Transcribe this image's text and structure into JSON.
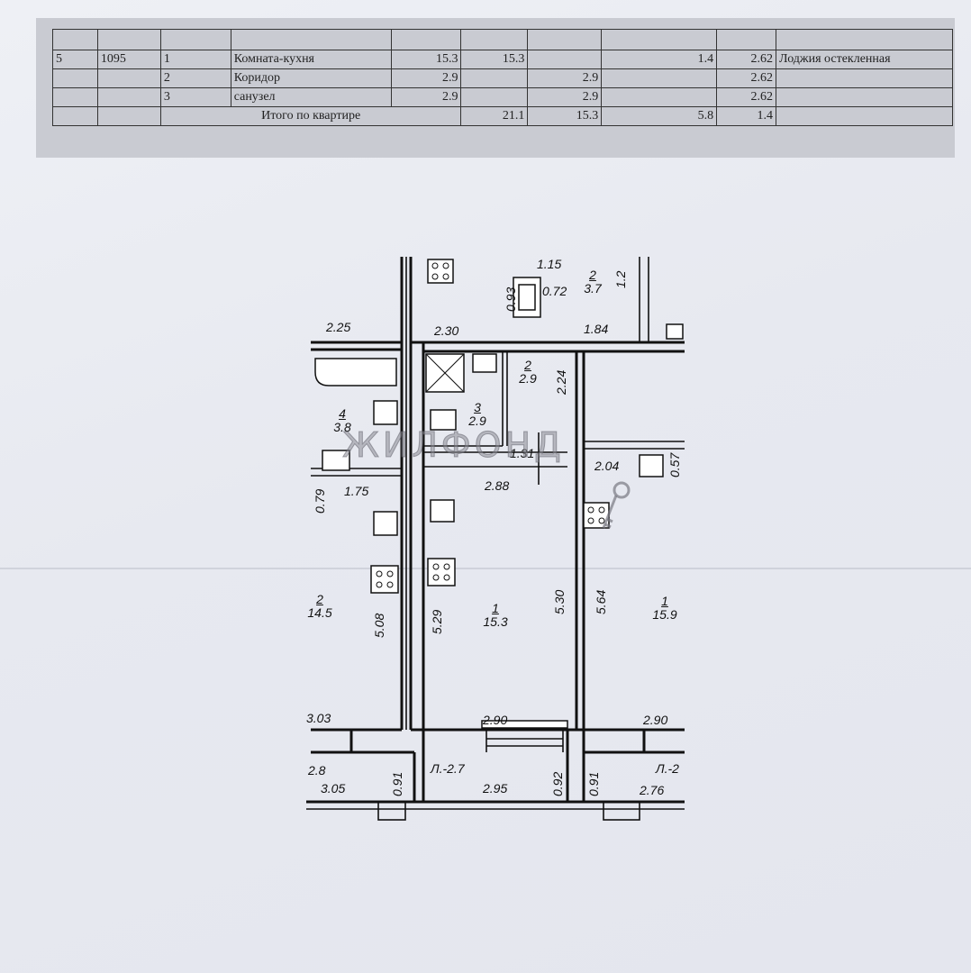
{
  "explication": {
    "rows": [
      {
        "floor": "5",
        "apartment": "1095",
        "room_no": "1",
        "room_name": "Комната-кухня",
        "total": "15.3",
        "living": "15.3",
        "aux": "",
        "balcony": "1.4",
        "height": "2.62",
        "note": "Лоджия остекленная"
      },
      {
        "floor": "",
        "apartment": "",
        "room_no": "2",
        "room_name": "Коридор",
        "total": "2.9",
        "living": "",
        "aux": "2.9",
        "balcony": "",
        "height": "2.62",
        "note": ""
      },
      {
        "floor": "",
        "apartment": "",
        "room_no": "3",
        "room_name": "санузел",
        "total": "2.9",
        "living": "",
        "aux": "2.9",
        "balcony": "",
        "height": "2.62",
        "note": ""
      }
    ],
    "total": {
      "label": "Итого по квартире",
      "total": "21.1",
      "living": "15.3",
      "aux": "5.8",
      "balcony": "1.4"
    }
  },
  "plan": {
    "watermark": "ЖИЛФОНД",
    "rooms": {
      "r_top_2": {
        "num": "2",
        "area": "3.7"
      },
      "r_corridor": {
        "num": "2",
        "area": "2.9"
      },
      "r_bath": {
        "num": "3",
        "area": "2.9"
      },
      "r_left_4": {
        "num": "4",
        "area": "3.8"
      },
      "r_left_2": {
        "num": "2",
        "area": "14.5"
      },
      "r_main": {
        "num": "1",
        "area": "15.3"
      },
      "r_right_1": {
        "num": "1",
        "area": "15.9"
      }
    },
    "dims": {
      "d225": "2.25",
      "d230": "2.30",
      "d184": "1.84",
      "d115": "1.15",
      "d12": "1.2",
      "d093": "0.93",
      "d072": "0.72",
      "d224": "2.24",
      "d131": "1.31",
      "d288": "2.88",
      "d204": "2.04",
      "d057": "0.57",
      "d079": "0.79",
      "d175": "1.75",
      "d508": "5.08",
      "d529": "5.29",
      "d530": "5.30",
      "d564": "5.64",
      "d303": "3.03",
      "d290a": "2.90",
      "d290b": "2.90",
      "d28": "2.8",
      "d305": "3.05",
      "d091a": "0.91",
      "dl27": "Л.-2.7",
      "d295": "2.95",
      "d092": "0.92",
      "d091b": "0.91",
      "dl2": "Л.-2",
      "d276": "2.76"
    }
  }
}
